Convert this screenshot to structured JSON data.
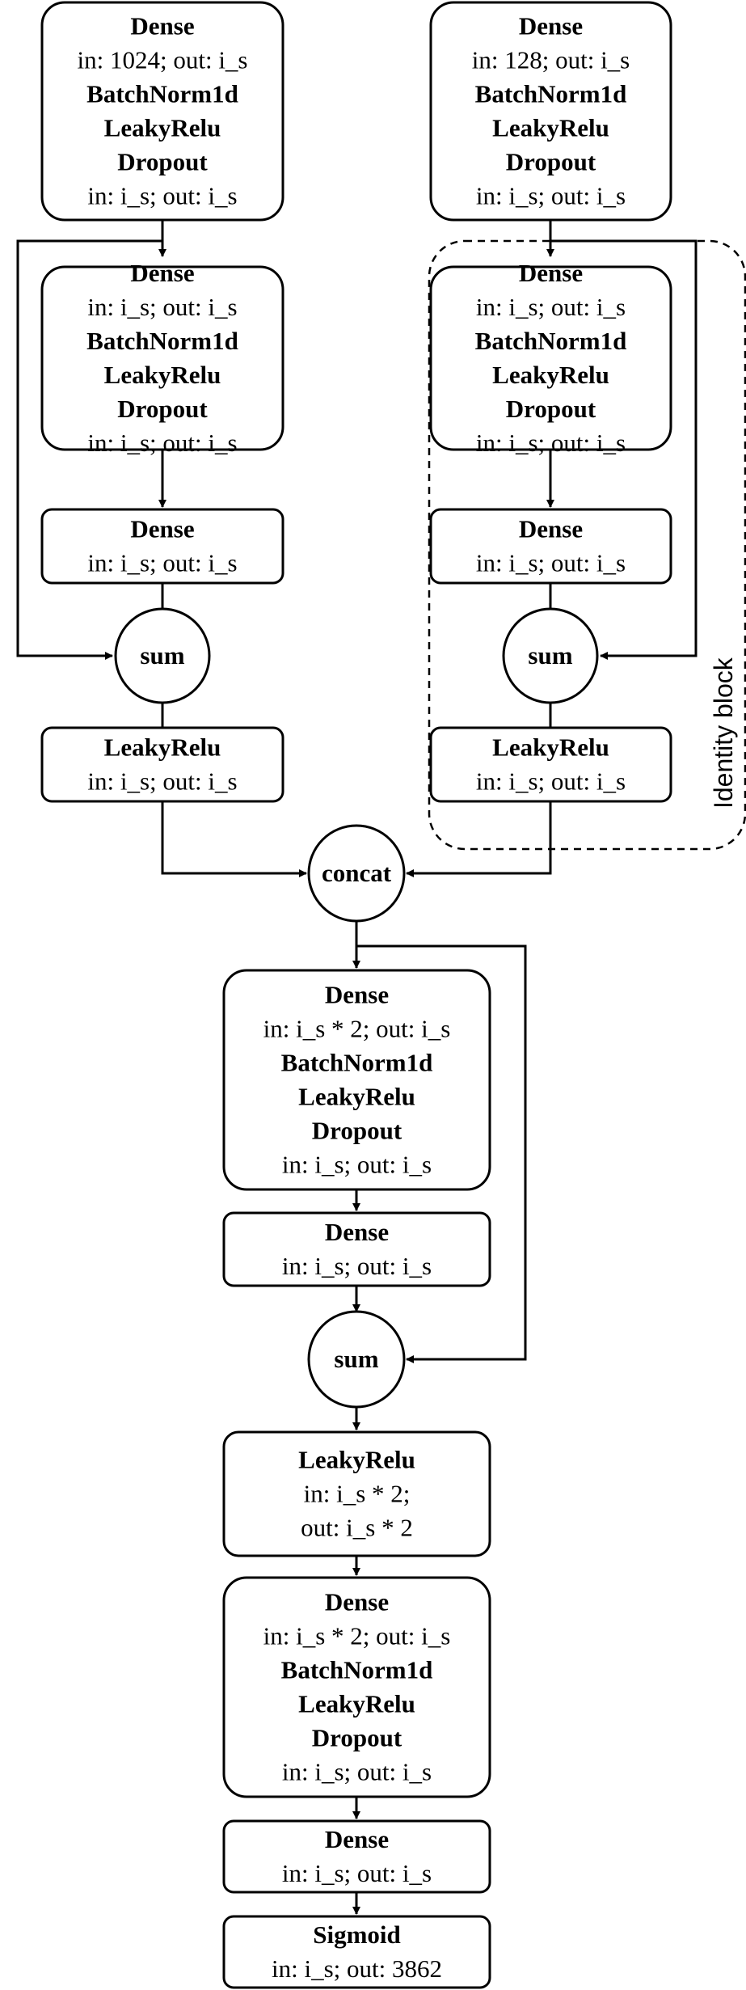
{
  "boxes": {
    "input_a": [
      {
        "text": "Dense",
        "bold": true
      },
      {
        "text": "in: 1024; out: i_s",
        "bold": false
      },
      {
        "text": "BatchNorm1d",
        "bold": true
      },
      {
        "text": "LeakyRelu",
        "bold": true
      },
      {
        "text": "Dropout",
        "bold": true
      },
      {
        "text": "in: i_s; out: i_s",
        "bold": false
      }
    ],
    "input_b": [
      {
        "text": "Dense",
        "bold": true
      },
      {
        "text": "in: 128; out: i_s",
        "bold": false
      },
      {
        "text": "BatchNorm1d",
        "bold": true
      },
      {
        "text": "LeakyRelu",
        "bold": true
      },
      {
        "text": "Dropout",
        "bold": true
      },
      {
        "text": "in: i_s; out: i_s",
        "bold": false
      }
    ],
    "left_block": [
      {
        "text": "Dense",
        "bold": true
      },
      {
        "text": "in: i_s; out: i_s",
        "bold": false
      },
      {
        "text": "BatchNorm1d",
        "bold": true
      },
      {
        "text": "LeakyRelu",
        "bold": true
      },
      {
        "text": "Dropout",
        "bold": true
      },
      {
        "text": "in: i_s; out: i_s",
        "bold": false
      }
    ],
    "right_block": [
      {
        "text": "Dense",
        "bold": true
      },
      {
        "text": "in: i_s; out: i_s",
        "bold": false
      },
      {
        "text": "BatchNorm1d",
        "bold": true
      },
      {
        "text": "LeakyRelu",
        "bold": true
      },
      {
        "text": "Dropout",
        "bold": true
      },
      {
        "text": "in: i_s; out: i_s",
        "bold": false
      }
    ],
    "left_dense": [
      {
        "text": "Dense",
        "bold": true
      },
      {
        "text": "in: i_s; out: i_s",
        "bold": false
      }
    ],
    "right_dense": [
      {
        "text": "Dense",
        "bold": true
      },
      {
        "text": "in: i_s; out: i_s",
        "bold": false
      }
    ],
    "left_leaky": [
      {
        "text": "LeakyRelu",
        "bold": true
      },
      {
        "text": "in: i_s; out: i_s",
        "bold": false
      }
    ],
    "right_leaky": [
      {
        "text": "LeakyRelu",
        "bold": true
      },
      {
        "text": "in: i_s; out: i_s",
        "bold": false
      }
    ],
    "mid_block": [
      {
        "text": "Dense",
        "bold": true
      },
      {
        "text": "in: i_s * 2; out: i_s",
        "bold": false
      },
      {
        "text": "BatchNorm1d",
        "bold": true
      },
      {
        "text": "LeakyRelu",
        "bold": true
      },
      {
        "text": "Dropout",
        "bold": true
      },
      {
        "text": "in: i_s; out: i_s",
        "bold": false
      }
    ],
    "mid_dense": [
      {
        "text": "Dense",
        "bold": true
      },
      {
        "text": "in: i_s; out: i_s",
        "bold": false
      }
    ],
    "mid_leaky": [
      {
        "text": "LeakyRelu",
        "bold": true
      },
      {
        "text": "in: i_s * 2;",
        "bold": false
      },
      {
        "text": "out: i_s * 2",
        "bold": false
      }
    ],
    "final_block": [
      {
        "text": "Dense",
        "bold": true
      },
      {
        "text": "in: i_s * 2; out: i_s",
        "bold": false
      },
      {
        "text": "BatchNorm1d",
        "bold": true
      },
      {
        "text": "LeakyRelu",
        "bold": true
      },
      {
        "text": "Dropout",
        "bold": true
      },
      {
        "text": "in: i_s; out: i_s",
        "bold": false
      }
    ],
    "final_dense": [
      {
        "text": "Dense",
        "bold": true
      },
      {
        "text": "in: i_s; out: i_s",
        "bold": false
      }
    ],
    "sigmoid": [
      {
        "text": "Sigmoid",
        "bold": true
      },
      {
        "text": "in: i_s; out: 3862",
        "bold": false
      }
    ]
  },
  "operators": {
    "sum": "sum",
    "concat": "concat"
  },
  "labels": {
    "identity_block": "Identity block"
  }
}
